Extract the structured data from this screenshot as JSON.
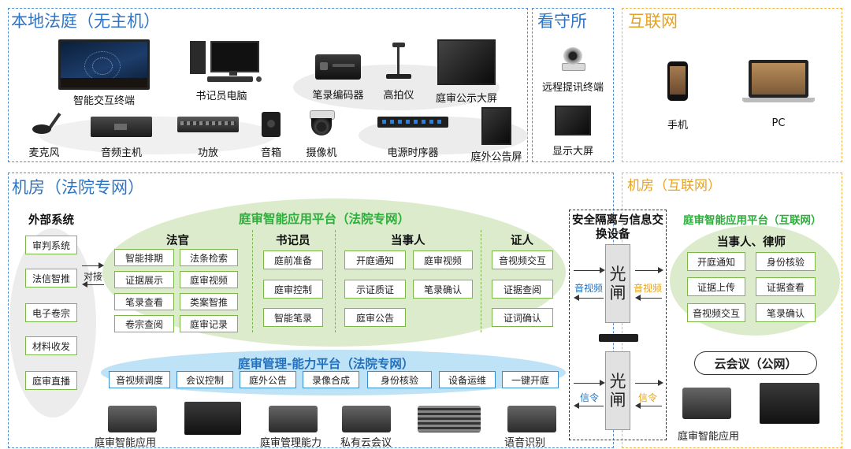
{
  "zones": {
    "local_court": "本地法庭（无主机）",
    "detention": "看守所",
    "internet": "互联网",
    "machine_room_court": "机房（法院专网）",
    "machine_room_internet": "机房（互联网）"
  },
  "local_devices": {
    "smart_terminal": "智能交互终端",
    "clerk_pc": "书记员电脑",
    "transcript_encoder": "笔录编码器",
    "document_camera": "高拍仪",
    "trial_screen": "庭审公示大屏",
    "microphone": "麦克风",
    "audio_host": "音频主机",
    "amplifier": "功放",
    "speaker": "音箱",
    "camera": "摄像机",
    "power_sequencer": "电源时序器",
    "outside_screen": "庭外公告屏"
  },
  "detention_devices": {
    "remote_terminal": "远程提讯终端",
    "display": "显示大屏"
  },
  "internet_devices": {
    "phone": "手机",
    "pc": "PC"
  },
  "external": {
    "title": "外部系统",
    "items": [
      "审判系统",
      "法信智推",
      "电子卷宗",
      "材料收发",
      "庭审直播"
    ],
    "link_label": "对接"
  },
  "court_platform": {
    "title": "庭审智能应用平台（法院专网）",
    "judge": {
      "head": "法官",
      "items": [
        "智能排期",
        "法条检索",
        "证据展示",
        "庭审视频",
        "笔录查看",
        "类案智推",
        "卷宗查阅",
        "庭审记录"
      ]
    },
    "clerk": {
      "head": "书记员",
      "items": [
        "庭前准备",
        "庭审控制",
        "智能笔录"
      ]
    },
    "party": {
      "head": "当事人",
      "items": [
        "开庭通知",
        "庭审视频",
        "示证质证",
        "笔录确认",
        "庭审公告"
      ]
    },
    "witness": {
      "head": "证人",
      "items": [
        "音视频交互",
        "证据查阅",
        "证词确认"
      ]
    }
  },
  "mgmt_platform": {
    "title": "庭审管理-能力平台（法院专网）",
    "items": [
      "音视频调度",
      "会议控制",
      "庭外公告",
      "录像合成",
      "身份核验",
      "设备运维",
      "一键开庭"
    ]
  },
  "servers_left": {
    "labels": [
      "庭审智能应用",
      "庭审管理能力",
      "私有云会议",
      "语音识别"
    ]
  },
  "security": {
    "title": "安全隔离与信息交换设备",
    "gate_top": [
      "光",
      "闸"
    ],
    "gate_bottom": [
      "光",
      "闸"
    ],
    "left_av": "音视频",
    "right_av": "音视频",
    "left_sig": "信令",
    "right_sig": "信令"
  },
  "internet_platform": {
    "title": "庭审智能应用平台（互联网）",
    "head": "当事人、律师",
    "items": [
      "开庭通知",
      "身份核验",
      "证据上传",
      "证据查看",
      "音视频交互",
      "笔录确认"
    ]
  },
  "cloud_meeting": "云会议（公网）",
  "servers_right": {
    "label": "庭审智能应用"
  },
  "colors": {
    "blue_border": "#4f8fd1",
    "orange_border": "#f0b540",
    "green_title": "#2bae3a",
    "green_ellipse": "#dcebcc",
    "blue_ellipse": "#bfe3f6"
  }
}
